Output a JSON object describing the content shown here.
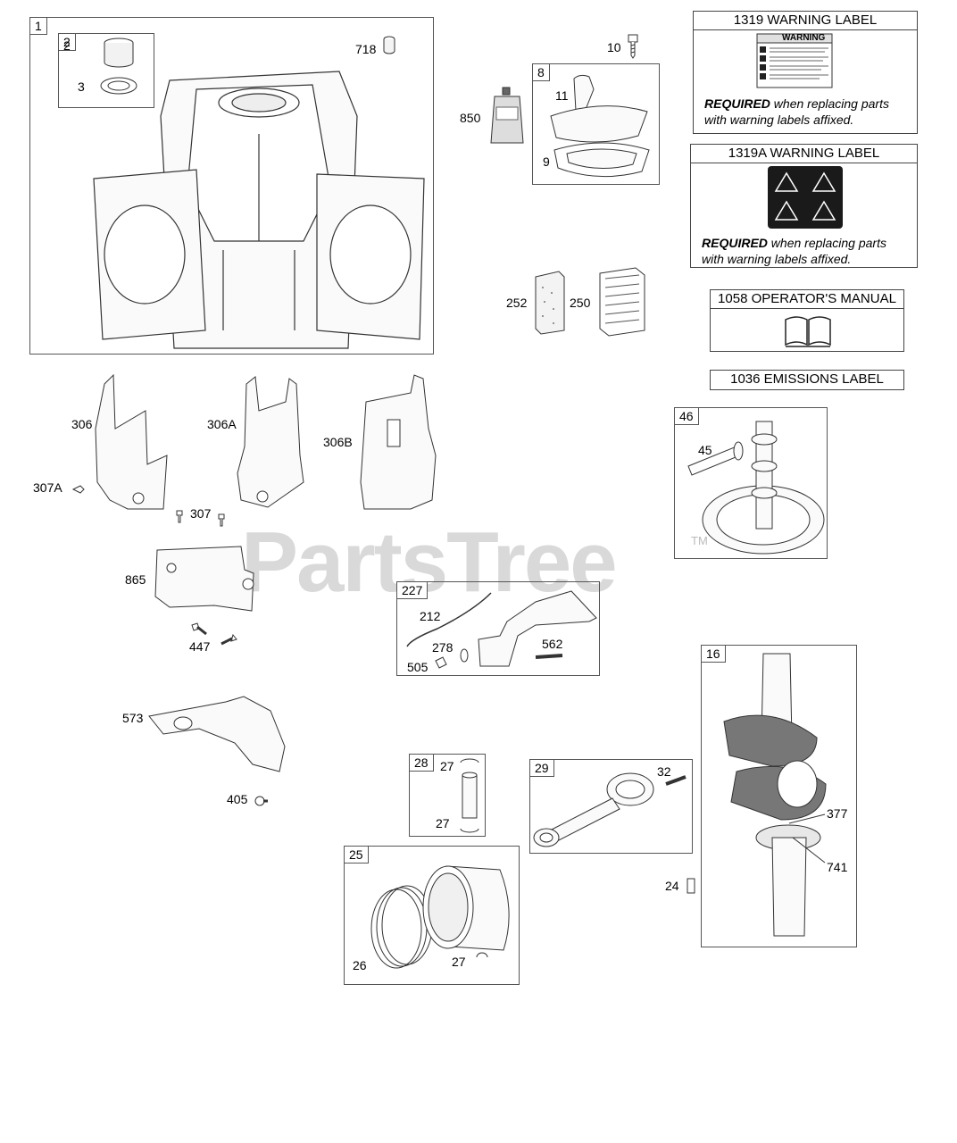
{
  "watermark": {
    "text": "PartsTree",
    "tm": "TM"
  },
  "labels": {
    "l1319": {
      "title": "1319 WARNING LABEL",
      "warning_word": "WARNING",
      "req_bold": "REQUIRED",
      "req_rest": " when replacing parts",
      "req_line2": "with warning labels affixed."
    },
    "l1319a": {
      "title": "1319A WARNING LABEL",
      "req_bold": "REQUIRED",
      "req_rest": " when replacing parts",
      "req_line2": "with warning labels affixed."
    },
    "l1058": {
      "title": "1058 OPERATOR'S MANUAL",
      "icon": "book-icon"
    },
    "l1036": {
      "title": "1036 EMISSIONS LABEL"
    }
  },
  "boxes": {
    "b1": "1",
    "b2": "2",
    "b8": "8",
    "b227": "227",
    "b46": "46",
    "b16": "16",
    "b28": "28",
    "b29": "29",
    "b25": "25"
  },
  "callouts": {
    "c2": "2",
    "c3": "3",
    "c718": "718",
    "c10": "10",
    "c11": "11",
    "c850": "850",
    "c9": "9",
    "c252": "252",
    "c250": "250",
    "c306": "306",
    "c306a": "306A",
    "c306b": "306B",
    "c307a": "307A",
    "c307": "307",
    "c865": "865",
    "c447": "447",
    "c212": "212",
    "c278": "278",
    "c562": "562",
    "c505": "505",
    "c45": "45",
    "c573": "573",
    "c405": "405",
    "c27a": "27",
    "c27b": "27",
    "c32": "32",
    "c377": "377",
    "c741": "741",
    "c24": "24",
    "c26": "26",
    "c27c": "27"
  },
  "colors": {
    "line": "#333333",
    "box": "#555555",
    "watermark": "#d9d9d9",
    "label_dark": "#1a1a1a"
  }
}
